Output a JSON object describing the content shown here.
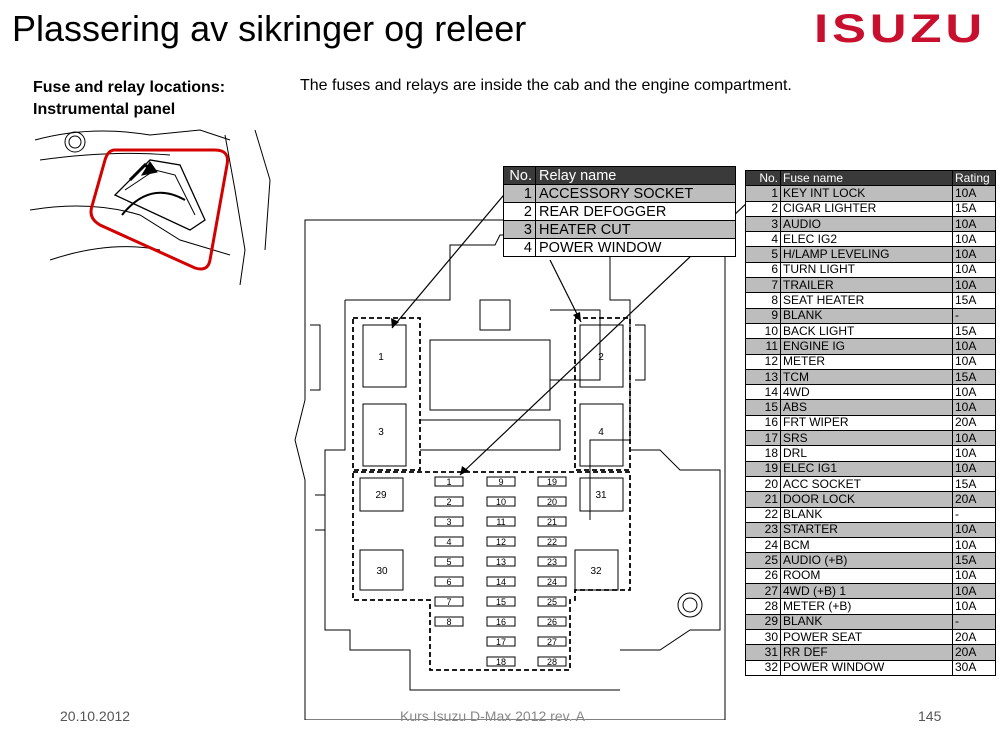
{
  "title": "Plassering av sikringer og releer",
  "brand": "ISUZU",
  "subtitle_line1": "Fuse and relay locations:",
  "subtitle_line2": "Instrumental panel",
  "description": "The fuses and relays are inside the cab and the engine compartment.",
  "colors": {
    "brand": "#c8102e",
    "callout": "#d40000",
    "header": "#3a3a3a",
    "shade": "#bdbdbd"
  },
  "relay_table": {
    "headers": {
      "no": "No.",
      "name": "Relay name"
    },
    "rows": [
      {
        "no": "1",
        "name": "ACCESSORY SOCKET"
      },
      {
        "no": "2",
        "name": "REAR DEFOGGER"
      },
      {
        "no": "3",
        "name": "HEATER CUT"
      },
      {
        "no": "4",
        "name": "POWER WINDOW"
      }
    ]
  },
  "fuse_table": {
    "headers": {
      "no": "No.",
      "name": "Fuse name",
      "rating": "Rating"
    },
    "rows": [
      {
        "no": "1",
        "name": "KEY INT LOCK",
        "rating": "10A"
      },
      {
        "no": "2",
        "name": "CIGAR LIGHTER",
        "rating": "15A"
      },
      {
        "no": "3",
        "name": "AUDIO",
        "rating": "10A"
      },
      {
        "no": "4",
        "name": "ELEC IG2",
        "rating": "10A"
      },
      {
        "no": "5",
        "name": "H/LAMP LEVELING",
        "rating": "10A"
      },
      {
        "no": "6",
        "name": "TURN LIGHT",
        "rating": "10A"
      },
      {
        "no": "7",
        "name": "TRAILER",
        "rating": "10A"
      },
      {
        "no": "8",
        "name": "SEAT HEATER",
        "rating": "15A"
      },
      {
        "no": "9",
        "name": "BLANK",
        "rating": "-"
      },
      {
        "no": "10",
        "name": "BACK LIGHT",
        "rating": "15A"
      },
      {
        "no": "11",
        "name": "ENGINE IG",
        "rating": "10A"
      },
      {
        "no": "12",
        "name": "METER",
        "rating": "10A"
      },
      {
        "no": "13",
        "name": "TCM",
        "rating": "15A"
      },
      {
        "no": "14",
        "name": "4WD",
        "rating": "10A"
      },
      {
        "no": "15",
        "name": "ABS",
        "rating": "10A"
      },
      {
        "no": "16",
        "name": "FRT WIPER",
        "rating": "20A"
      },
      {
        "no": "17",
        "name": "SRS",
        "rating": "10A"
      },
      {
        "no": "18",
        "name": "DRL",
        "rating": "10A"
      },
      {
        "no": "19",
        "name": "ELEC IG1",
        "rating": "10A"
      },
      {
        "no": "20",
        "name": "ACC SOCKET",
        "rating": "15A"
      },
      {
        "no": "21",
        "name": "DOOR LOCK",
        "rating": "20A"
      },
      {
        "no": "22",
        "name": "BLANK",
        "rating": "-"
      },
      {
        "no": "23",
        "name": "STARTER",
        "rating": "10A"
      },
      {
        "no": "24",
        "name": "BCM",
        "rating": "10A"
      },
      {
        "no": "25",
        "name": "AUDIO (+B)",
        "rating": "15A"
      },
      {
        "no": "26",
        "name": "ROOM",
        "rating": "10A"
      },
      {
        "no": "27",
        "name": "4WD (+B) 1",
        "rating": "10A"
      },
      {
        "no": "28",
        "name": "METER (+B)",
        "rating": "10A"
      },
      {
        "no": "29",
        "name": "BLANK",
        "rating": "-"
      },
      {
        "no": "30",
        "name": "POWER SEAT",
        "rating": "20A"
      },
      {
        "no": "31",
        "name": "RR DEF",
        "rating": "20A"
      },
      {
        "no": "32",
        "name": "POWER WINDOW",
        "rating": "30A"
      }
    ]
  },
  "diagram_labels": {
    "relays": [
      "1",
      "2",
      "3",
      "4"
    ],
    "big_fuses": [
      "29",
      "30",
      "31",
      "32"
    ],
    "col1": [
      "1",
      "2",
      "3",
      "4",
      "5",
      "6",
      "7",
      "8"
    ],
    "col2": [
      "9",
      "10",
      "11",
      "12",
      "13",
      "14",
      "15",
      "16",
      "17",
      "18"
    ],
    "col3": [
      "19",
      "20",
      "21",
      "22",
      "23",
      "24",
      "25",
      "26",
      "27",
      "28"
    ]
  },
  "footer": {
    "date": "20.10.2012",
    "course": "Kurs Isuzu D-Max 2012 rev. A",
    "page": "145"
  }
}
